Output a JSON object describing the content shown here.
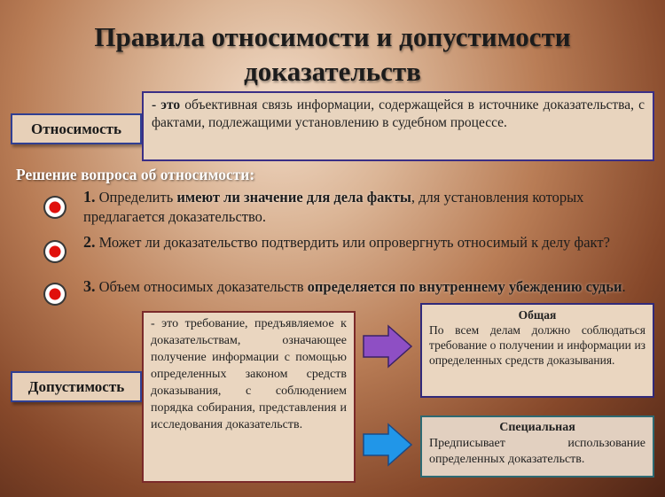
{
  "title": {
    "line1": "Правила относимости и допустимости",
    "line2": "доказательств"
  },
  "relevance": {
    "label": "Относимость",
    "definition_lead": "- это",
    "definition_text": "объективная связь информации, содержащейся в источнике доказательства, с фактами, подлежащими установлению в судебном процессе."
  },
  "decision": {
    "heading": "Решение вопроса об относимости:",
    "items": [
      {
        "num": "1.",
        "pre": "Определить",
        "emph": "имеют ли значение для дела факты",
        "post": ", для установления которых предлагается доказательство."
      },
      {
        "num": "2.",
        "pre": "Может ли доказательство подтвердить или опровергнуть относимый к делу факт?",
        "emph": "",
        "post": ""
      },
      {
        "num": "3.",
        "pre": "Объем относимых доказательств",
        "emph": "определяется по внутреннему убеждению судьи",
        "post": "."
      }
    ]
  },
  "admissibility": {
    "label": "Допустимость",
    "definition": "- это требование, предъявляемое к доказательствам, означающее получение информации с помощью определенных законом средств доказывания, с соблюдением порядка собирания, представления и исследования доказательств."
  },
  "general": {
    "title": "Общая",
    "text": "По всем делам должно соблюдаться требование о получении и информации из определенных средств доказывания."
  },
  "special": {
    "title": "Специальная",
    "text": "Предписывает использование определенных доказательств."
  },
  "colors": {
    "arrow_general": "#8e4fc4",
    "arrow_special": "#2196e8",
    "bullet_red": "#e0100c"
  }
}
